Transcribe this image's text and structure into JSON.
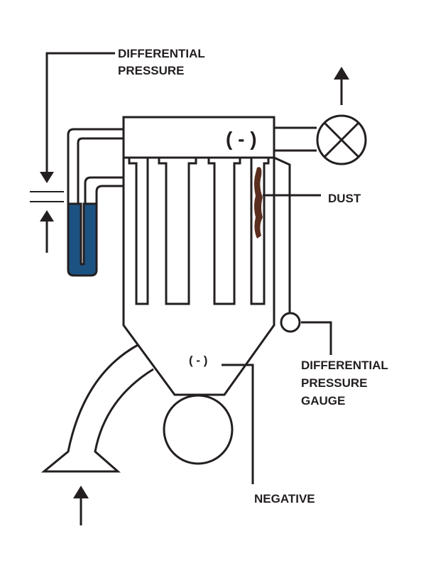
{
  "labels": {
    "differential_pressure_line1": "DIFFERENTIAL",
    "differential_pressure_line2": "PRESSURE",
    "chamber_top_sign": "( - )",
    "dust": "DUST",
    "hopper_sign": "( - )",
    "gauge_line1": "DIFFERENTIAL",
    "gauge_line2": "PRESSURE",
    "gauge_line3": "GAUGE",
    "negative": "NEGATIVE"
  },
  "colors": {
    "line": "#231f20",
    "liquid": "#1c5282",
    "dust": "#5a2e1e",
    "background": "#ffffff"
  },
  "icons": {
    "fan": "fan-x-circle-icon",
    "up_arrow": "up-arrow-icon",
    "down_arrow": "down-arrow-icon"
  }
}
